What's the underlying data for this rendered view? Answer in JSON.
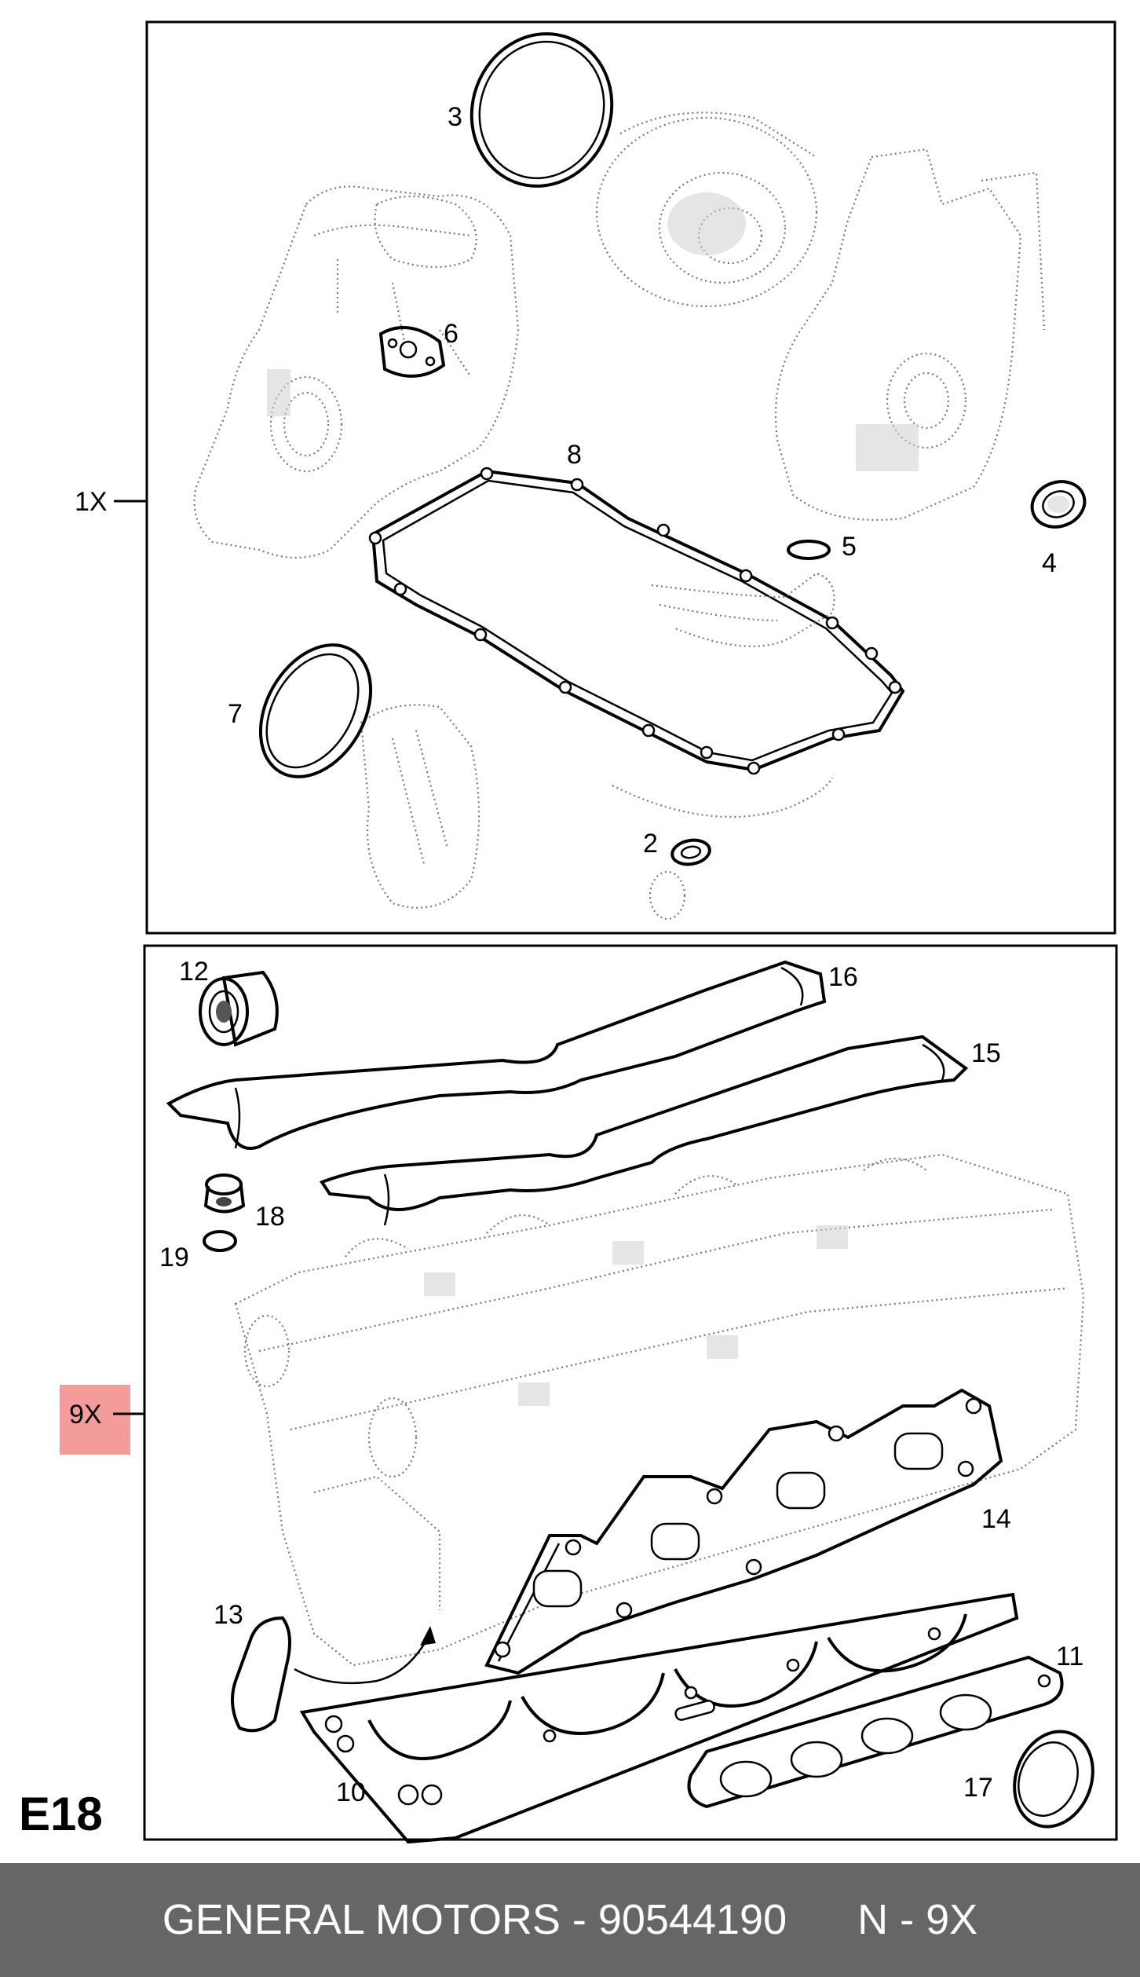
{
  "diagram": {
    "page_code": "E18",
    "upper_panel": {
      "quantity_label": "1X",
      "callouts": [
        "3",
        "6",
        "8",
        "5",
        "4",
        "7",
        "2"
      ]
    },
    "lower_panel": {
      "quantity_label": "9X",
      "callouts": [
        "12",
        "16",
        "15",
        "18",
        "19",
        "14",
        "13",
        "11",
        "10",
        "17"
      ]
    },
    "highlight_color": "#f28b8b"
  },
  "footer": {
    "brand_part": "GENERAL MOTORS - 90544190",
    "quantity": "N - 9X",
    "background": "#666666"
  }
}
